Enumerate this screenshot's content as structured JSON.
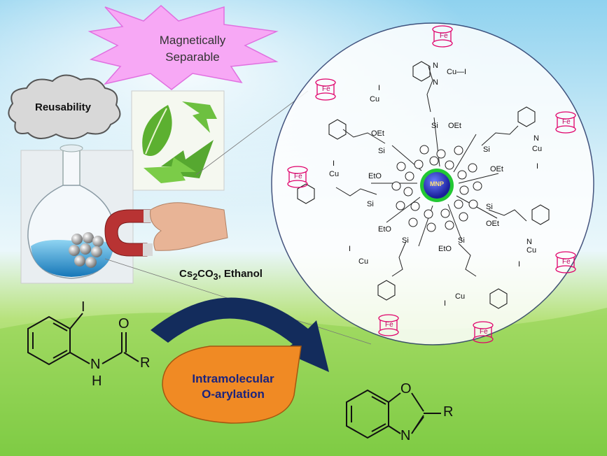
{
  "labels": {
    "magnetically": "Magnetically",
    "separable": "Separable",
    "reusability": "Reusability",
    "conditions_prefix": "Cs",
    "conditions_sub1": "2",
    "conditions_mid": "CO",
    "conditions_sub2": "3",
    "conditions_suffix": ", Ethanol",
    "reaction_line1": "Intramolecular",
    "reaction_line2": "O-arylation"
  },
  "reactant": {
    "iodo": "I",
    "oxygen": "O",
    "nh_n": "N",
    "nh_h": "H",
    "r": "R"
  },
  "product": {
    "oxygen": "O",
    "nitrogen": "N",
    "r": "R"
  },
  "catalyst": {
    "core": "MNP",
    "oet": "OEt",
    "eto": "EtO",
    "si": "Si",
    "o": "O",
    "cu": "Cu",
    "cu_i": "Cu—I",
    "i": "I",
    "n": "N",
    "fe": "Fe"
  },
  "colors": {
    "star_fill": "#f7a8f5",
    "drop_fill": "#f08a24",
    "arrow_fill": "#132c5c",
    "sphere_ring": "#22c833",
    "sphere_core": "#2233cc",
    "ferrocene": "#e0006a",
    "flask_liquid": "#3aa3d8",
    "magnet": "#b83333"
  }
}
